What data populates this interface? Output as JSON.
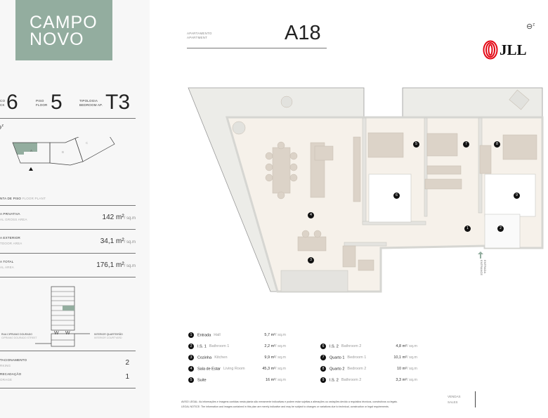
{
  "brand": {
    "logo_line1": "CAMPO",
    "logo_line2": "NOVO"
  },
  "block": {
    "label_pt": "CO",
    "label_en": "CK",
    "value": "6"
  },
  "floor": {
    "label_pt": "PISO",
    "label_en": "FLOOR",
    "value": "5"
  },
  "typology": {
    "label_pt": "TIPOLOGIA",
    "label_en": "BEDROOM AP.",
    "value": "T3"
  },
  "north_label": "z",
  "keyplan": {
    "a": "A",
    "b": "B",
    "c": "C"
  },
  "floor_plant": {
    "label_pt": "NTA DE PISO",
    "label_en": "FLOOR PLANT"
  },
  "areas": [
    {
      "label_pt": "A PRIVATIVA",
      "label_en": "AL GROSS AREA",
      "value": "142 m²",
      "unit": "/ sq.m"
    },
    {
      "label_pt": "A EXTERIOR",
      "label_en": "TDOOR AREA",
      "value": "34,1 m²",
      "unit": "/ sq.m"
    },
    {
      "label_pt": "A TOTAL",
      "label_en": "AL AREA",
      "value": "176,1 m²",
      "unit": "/ sq.m"
    }
  ],
  "section": {
    "street_pt": "RUA CIPRIANO DOURADO",
    "street_en": "CIPRIANO DOURADO STREET",
    "court_pt": "INTERIOR QUARTEIRÃO",
    "court_en": "INTERIOR COURTYARD"
  },
  "extras": [
    {
      "label_pt": "TACIONAMENTO",
      "label_en": "RKING",
      "value": "2"
    },
    {
      "label_pt": "RECADAÇÃO",
      "label_en": "ORAGE",
      "value": "1"
    }
  ],
  "header": {
    "label_pt": "APARTAMENTO",
    "label_en": "APARTMENT",
    "unit": "A18"
  },
  "jll": "JLL",
  "entrance": {
    "pt": "ENTRADA",
    "en": "ENTRANCE"
  },
  "rooms": [
    {
      "n": "1",
      "pt": "Entrada",
      "en": "Hall",
      "area": "5,7 m²",
      "unit": "/ sq.m"
    },
    {
      "n": "2",
      "pt": "I.S. 1",
      "en": "Bathroom 1",
      "area": "2,2 m²",
      "unit": "/ sq.m"
    },
    {
      "n": "3",
      "pt": "Cozinha",
      "en": "Kitchen",
      "area": "9,9 m²",
      "unit": "/ sq.m"
    },
    {
      "n": "4",
      "pt": "Sala de Estar",
      "en": "Living Room",
      "area": "45,3 m²",
      "unit": "/ sq.m"
    },
    {
      "n": "5",
      "pt": "Suite",
      "en": "",
      "area": "16 m²",
      "unit": "/ sq.m"
    },
    {
      "n": "6",
      "pt": "I.S. 2",
      "en": "Bathroom 2",
      "area": "4,8 m²",
      "unit": "/ sq.m"
    },
    {
      "n": "7",
      "pt": "Quarto 1",
      "en": "Bedroom 1",
      "area": "10,1 m²",
      "unit": "/ sq.m"
    },
    {
      "n": "8",
      "pt": "Quarto 2",
      "en": "Bedroom 2",
      "area": "10 m²",
      "unit": "/ sq.m"
    },
    {
      "n": "9",
      "pt": "I.S. 2",
      "en": "Bathroom 2",
      "area": "3,3 m²",
      "unit": "/ sq.m"
    }
  ],
  "legal": {
    "pt": "AVISO LEGAL: As informações e imagens contidas nesta planta são meramente indicativas e podem estar sujeitas a alterações ou variações devido a requisitos técnicos, construtivos ou legais.",
    "en": "LEGAL NOTICE: The information and images contained in this plan are merely indicative and may be subject to changes or variations due to technical, construction or legal requirements."
  },
  "sales": {
    "pt": "VENDAS",
    "en": "SALES"
  },
  "colors": {
    "brand": "#93ad9f",
    "jll_red": "#e30613"
  }
}
